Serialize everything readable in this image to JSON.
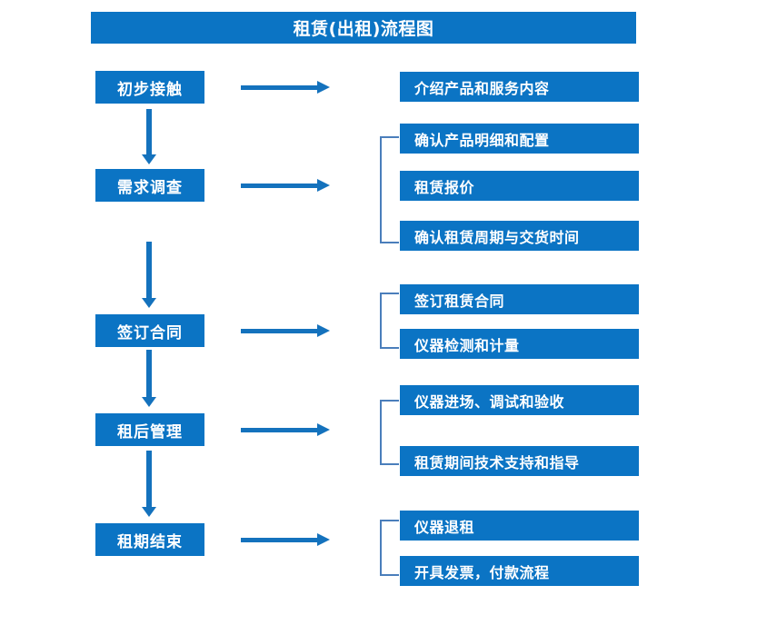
{
  "header": {
    "title": "租赁(出租)流程图"
  },
  "colors": {
    "box_blue": "#0b74c4",
    "arrow_blue": "#1472bd",
    "bracket_blue": "#4a7ebb",
    "text_white": "#ffffff",
    "background": "#ffffff"
  },
  "flow": {
    "stages": [
      {
        "label": "初步接触"
      },
      {
        "label": "需求调查"
      },
      {
        "label": "签订合同"
      },
      {
        "label": "租后管理"
      },
      {
        "label": "租期结束"
      }
    ],
    "details": [
      {
        "label": "介绍产品和服务内容"
      },
      {
        "label": "确认产品明细和配置"
      },
      {
        "label": "租赁报价"
      },
      {
        "label": "确认租赁周期与交货时间"
      },
      {
        "label": "签订租赁合同"
      },
      {
        "label": "仪器检测和计量"
      },
      {
        "label": "仪器进场、调试和验收"
      },
      {
        "label": "租赁期间技术支持和指导"
      },
      {
        "label": "仪器退租"
      },
      {
        "label": "开具发票，付款流程"
      }
    ],
    "groups": [
      {
        "stage": "需求调查",
        "members": [
          "确认产品明细和配置",
          "租赁报价",
          "确认租赁周期与交货时间"
        ]
      },
      {
        "stage": "签订合同",
        "members": [
          "签订租赁合同",
          "仪器检测和计量"
        ]
      },
      {
        "stage": "租后管理",
        "members": [
          "仪器进场、调试和验收",
          "租赁期间技术支持和指导"
        ]
      },
      {
        "stage": "租期结束",
        "members": [
          "仪器退租",
          "开具发票，付款流程"
        ]
      }
    ]
  }
}
